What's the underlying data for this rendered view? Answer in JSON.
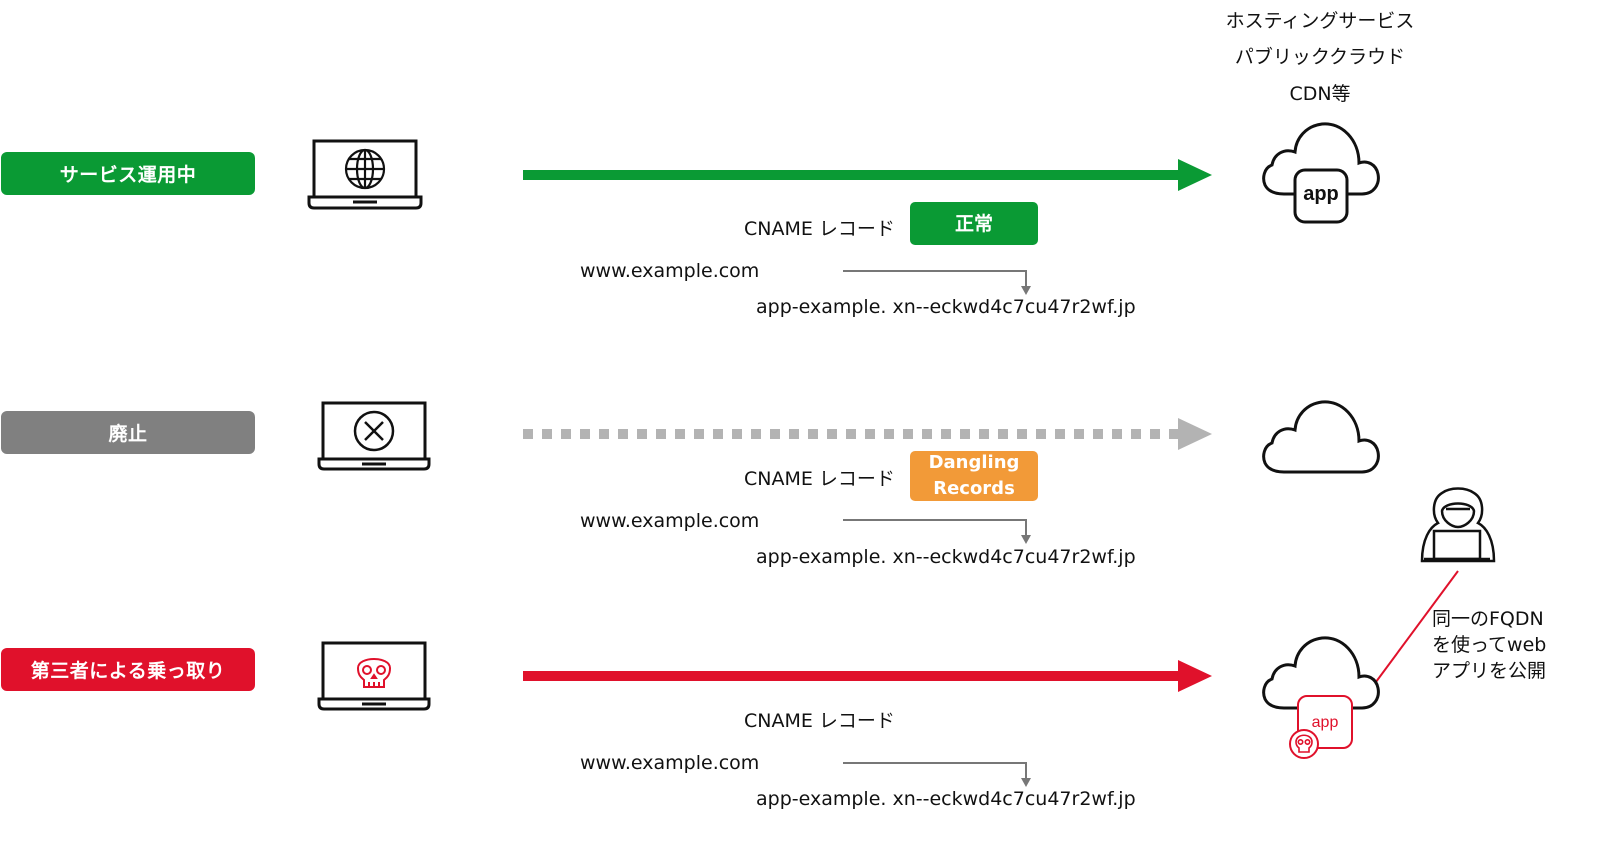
{
  "hosting": {
    "lines": [
      "ホスティングサービス",
      "パブリッククラウド",
      "CDN等"
    ]
  },
  "rows": [
    {
      "id": "operating",
      "label": "サービス運用中",
      "label_color": "#0a9a34",
      "device_icon": "laptop-globe-icon",
      "arrow_style": "solid",
      "arrow_color": "#0a9a34",
      "record_label": "CNAME レコード",
      "badge": "正常",
      "badge_color": "#0a9a34",
      "source_domain": "www.example.com",
      "target_domain": "app-example. xn--eckwd4c7cu47r2wf.jp",
      "cloud_icon": "cloud-app-icon",
      "cloud_app_label": "app"
    },
    {
      "id": "discontinued",
      "label": "廃止",
      "label_color": "#808080",
      "device_icon": "laptop-cross-icon",
      "arrow_style": "dashed",
      "arrow_color": "#b3b3b3",
      "record_label": "CNAME レコード",
      "badge_lines": [
        "Dangling",
        "Records"
      ],
      "badge_color": "#f29a38",
      "source_domain": "www.example.com",
      "target_domain": "app-example. xn--eckwd4c7cu47r2wf.jp",
      "cloud_icon": "cloud-icon"
    },
    {
      "id": "takeover",
      "label": "第三者による乗っ取り",
      "label_color": "#e0112b",
      "device_icon": "laptop-skull-icon",
      "arrow_style": "solid",
      "arrow_color": "#e0112b",
      "record_label": "CNAME レコード",
      "source_domain": "www.example.com",
      "target_domain": "app-example. xn--eckwd4c7cu47r2wf.jp",
      "cloud_icon": "cloud-malicious-app-icon",
      "cloud_app_label": "app"
    }
  ],
  "attacker": {
    "icon": "hacker-icon",
    "caption_lines": [
      "同一のFQDN",
      "を使ってweb",
      "アプリを公開"
    ]
  }
}
